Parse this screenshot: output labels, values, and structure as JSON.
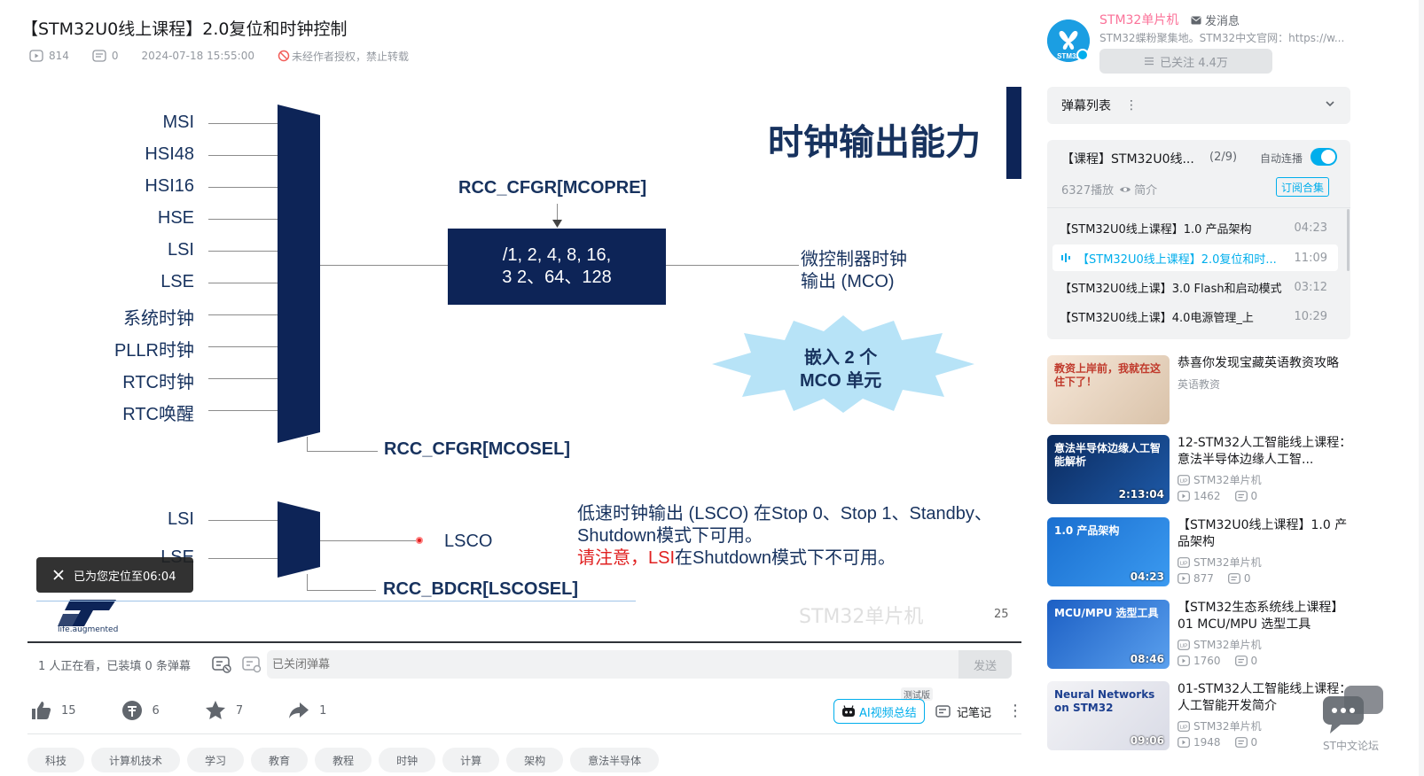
{
  "video": {
    "title": "【STM32U0线上课程】2.0复位和时钟控制",
    "views": "814",
    "danmaku": "0",
    "date": "2024-07-18 15:55:00",
    "copyright": "未经作者授权，禁止转载"
  },
  "slide": {
    "title": "时钟输出能力",
    "page": "25",
    "watermark": "STM32单片机",
    "mux_inputs": [
      "MSI",
      "HSI48",
      "HSI16",
      "HSE",
      "LSI",
      "LSE",
      "系统时钟",
      "PLLR时钟",
      "RTC时钟",
      "RTC唤醒"
    ],
    "prescaler_reg": "RCC_CFGR[MCOPRE]",
    "divider_text": "/1, 2, 4, 8, 16,\n3 2、64、128",
    "mco_label_1": "微控制器时钟",
    "mco_label_2": "输出 (MCO)",
    "star_line_1": "嵌入 2 个",
    "star_line_2": "MCO 单元",
    "mcosel_reg": "RCC_CFGR[MCOSEL]",
    "ls_inputs": [
      "LSI",
      "LSE"
    ],
    "lsco": "LSCO",
    "lscosel_reg": "RCC_BDCR[LSCOSEL]",
    "note_1": "低速时钟输出 (LSCO) 在Stop 0、Stop 1、Standby、",
    "note_2": "Shutdown模式下可用。",
    "note_3_red": "请注意，LSI",
    "note_3_rest": "在Shutdown模式下不可用。",
    "logo_tag": "life.augmented"
  },
  "player": {
    "toast": "已为您定位至06:04"
  },
  "danmu_bar": {
    "watching": "1 人正在看，已装填 0 条弹幕",
    "placeholder": "已关闭弹幕",
    "send": "发送"
  },
  "actions": {
    "like": "15",
    "coin": "6",
    "fav": "7",
    "share": "1",
    "ai_summary": "AI视频总结",
    "beta": "测试版",
    "notes": "记笔记"
  },
  "tags": [
    "科技",
    "计算机技术",
    "学习",
    "教育",
    "教程",
    "时钟",
    "计算",
    "架构",
    "意法半导体"
  ],
  "uploader": {
    "name": "STM32单片机",
    "message": "发消息",
    "desc": "STM32蝶粉聚集地。STM32中文官网：https://w...",
    "follow": "已关注 4.4万",
    "avatar_text": "STM32"
  },
  "danmu_list": {
    "label": "弹幕列表"
  },
  "playlist": {
    "title": "【课程】STM32U0线...",
    "count": "(2/9)",
    "autoplay": "自动连播",
    "plays": "6327播放",
    "intro": "简介",
    "subscribe": "订阅合集",
    "items": [
      {
        "title": "【STM32U0线上课程】1.0 产品架构",
        "dur": "04:23"
      },
      {
        "title": "【STM32U0线上课程】2.0复位和时...",
        "dur": "11:09"
      },
      {
        "title": "【STM32U0线上课】3.0 Flash和启动模式",
        "dur": "03:12"
      },
      {
        "title": "【STM32U0线上课】4.0电源管理_上",
        "dur": "10:29"
      }
    ]
  },
  "recommendations": [
    {
      "title": "恭喜你发现宝藏英语教资攻略",
      "up": "英语教资",
      "views": "",
      "dm": "",
      "dur": "",
      "thumb_text": "教资上岸前，我就在这住下了！"
    },
    {
      "title": "12-STM32人工智能线上课程：意法半导体边缘人工智...",
      "up": "STM32单片机",
      "views": "1462",
      "dm": "0",
      "dur": "2:13:04",
      "thumb_text": "意法半导体边缘人工智能解析"
    },
    {
      "title": "【STM32U0线上课程】1.0 产品架构",
      "up": "STM32单片机",
      "views": "877",
      "dm": "0",
      "dur": "04:23",
      "thumb_text": "1.0 产品架构"
    },
    {
      "title": "【STM32生态系统线上课程】01 MCU/MPU 选型工具",
      "up": "STM32单片机",
      "views": "1760",
      "dm": "0",
      "dur": "08:46",
      "thumb_text": "MCU/MPU 选型工具"
    },
    {
      "title": "01-STM32人工智能线上课程：人工智能开发简介",
      "up": "STM32单片机",
      "views": "1948",
      "dm": "0",
      "dur": "09:06",
      "thumb_text": "Neural Networks on STM32"
    }
  ],
  "float": {
    "label": "ST中文论坛"
  }
}
